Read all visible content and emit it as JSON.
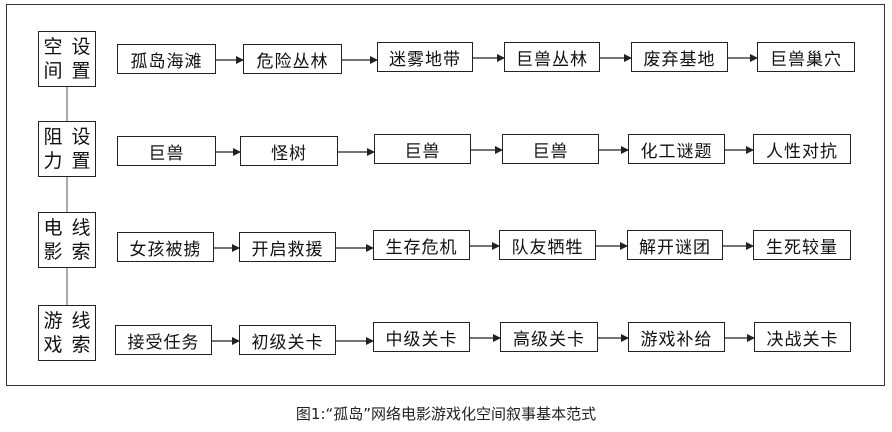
{
  "rows": [
    {
      "label": [
        "空间",
        "设置"
      ],
      "items": [
        "孤岛海滩",
        "危险丛林",
        "迷雾地带",
        "巨兽丛林",
        "废弃基地",
        "巨兽巢穴"
      ]
    },
    {
      "label": [
        "阻力",
        "设置"
      ],
      "items": [
        "巨兽",
        "怪树",
        "巨兽",
        "巨兽",
        "化工谜题",
        "人性对抗"
      ]
    },
    {
      "label": [
        "电影",
        "线索"
      ],
      "items": [
        "女孩被掳",
        "开启救援",
        "生存危机",
        "队友牺牲",
        "解开谜团",
        "生死较量"
      ]
    },
    {
      "label": [
        "游戏",
        "线索"
      ],
      "items": [
        "接受任务",
        "初级关卡",
        "中级关卡",
        "高级关卡",
        "游戏补给",
        "决战关卡"
      ]
    }
  ],
  "caption": "图1:“孤岛”网络电影游戏化空间叙事基本范式"
}
